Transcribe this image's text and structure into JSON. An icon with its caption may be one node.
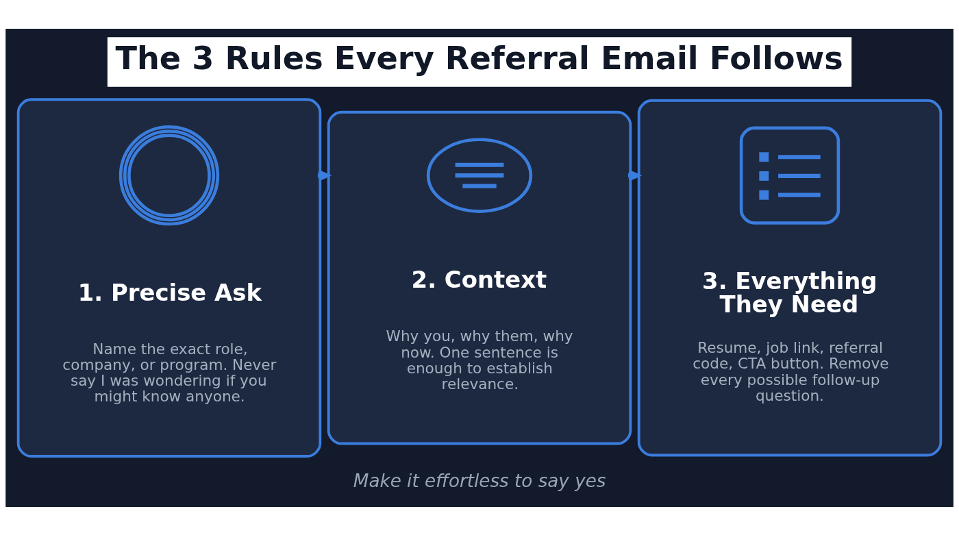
{
  "diagram": {
    "title": "The 3 Rules Every Referral Email Follows",
    "caption": "Make it effortless to say yes",
    "nodes": [
      {
        "text": [
          "1. Precise Ask",
          "Name the exact role, company, or program. Never say I was wondering if you might know anyone."
        ]
      },
      {
        "text": [],
        "shape": "picture",
        "in": 0
      },
      {
        "text": [
          "2. Context",
          "Why you, why them, why now. One sentence is enough to establish relevance."
        ]
      },
      {
        "text": [],
        "shape": "picture",
        "in": 2
      },
      {
        "text": [
          "3. Everything They Need",
          "Resume, job link, referral code, CTA button. Remove every possible follow-up question."
        ]
      },
      {
        "text": [],
        "shape": "picture",
        "in": 4
      }
    ],
    "edges": [
      {
        "from": 0,
        "to": 2,
        "arrow": "to"
      },
      {
        "from": 2,
        "to": 4,
        "arrow": "to"
      }
    ]
  }
}
